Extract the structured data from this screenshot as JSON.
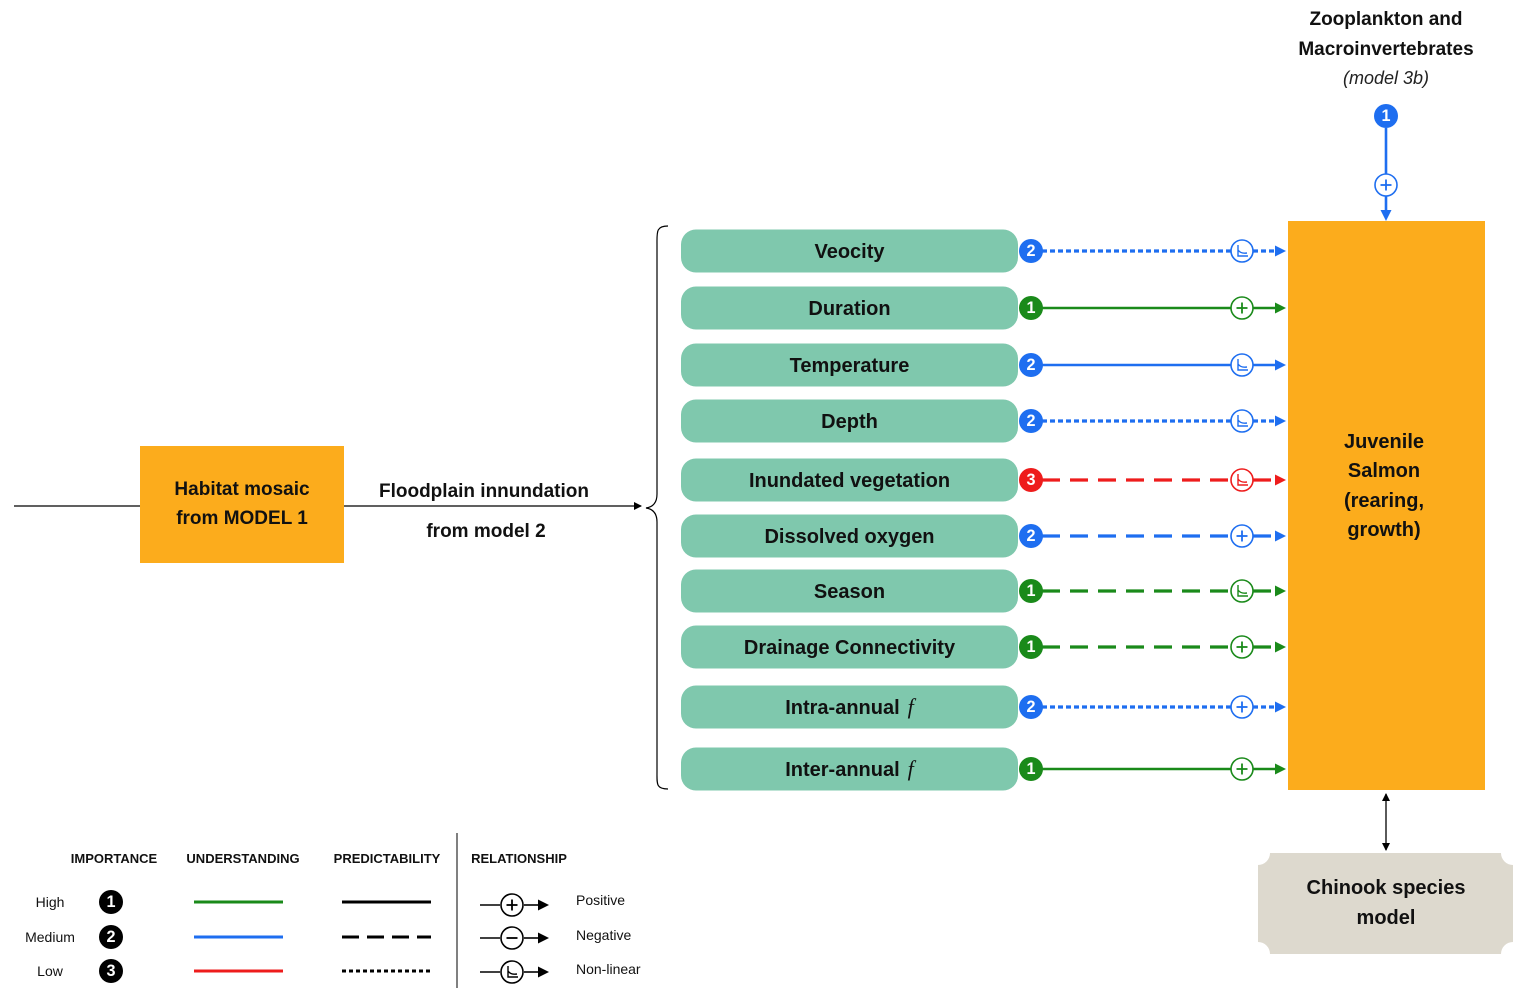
{
  "top_node": {
    "line1": "Zooplankton and",
    "line2": "Macroinvertebrates",
    "line3": "(model 3b)",
    "importance": "1",
    "understanding": "medium",
    "predictability": "high",
    "relationship": "positive"
  },
  "habitat_box": {
    "line1": "Habitat mosaic",
    "line2": "from MODEL 1"
  },
  "flood_label": {
    "line1": "Floodplain innundation",
    "line2": "from model 2"
  },
  "salmon_box": {
    "line1": "Juvenile",
    "line2": "Salmon",
    "line3": "(rearing,",
    "line4": "growth)"
  },
  "chinook_box": {
    "line1": "Chinook species",
    "line2": "model"
  },
  "factors": [
    {
      "label": "Veocity",
      "suffix": "",
      "importance": "2",
      "understanding": "medium",
      "predictability": "low",
      "relationship": "nonlinear"
    },
    {
      "label": "Duration",
      "suffix": "",
      "importance": "1",
      "understanding": "high",
      "predictability": "high",
      "relationship": "positive"
    },
    {
      "label": "Temperature",
      "suffix": "",
      "importance": "2",
      "understanding": "medium",
      "predictability": "high",
      "relationship": "nonlinear"
    },
    {
      "label": "Depth",
      "suffix": "",
      "importance": "2",
      "understanding": "medium",
      "predictability": "low",
      "relationship": "nonlinear"
    },
    {
      "label": "Inundated vegetation",
      "suffix": "",
      "importance": "3",
      "understanding": "low",
      "predictability": "medium",
      "relationship": "nonlinear"
    },
    {
      "label": "Dissolved oxygen",
      "suffix": "",
      "importance": "2",
      "understanding": "medium",
      "predictability": "medium",
      "relationship": "positive"
    },
    {
      "label": "Season",
      "suffix": "",
      "importance": "1",
      "understanding": "high",
      "predictability": "medium",
      "relationship": "nonlinear"
    },
    {
      "label": "Drainage Connectivity",
      "suffix": "",
      "importance": "1",
      "understanding": "high",
      "predictability": "medium",
      "relationship": "positive"
    },
    {
      "label": "Intra-annual",
      "suffix": "f",
      "importance": "2",
      "understanding": "medium",
      "predictability": "low",
      "relationship": "positive"
    },
    {
      "label": "Inter-annual",
      "suffix": "f",
      "importance": "1",
      "understanding": "high",
      "predictability": "high",
      "relationship": "positive"
    }
  ],
  "legend": {
    "headers": {
      "importance": "IMPORTANCE",
      "understanding": "UNDERSTANDING",
      "predictability": "PREDICTABILITY",
      "relationship": "RELATIONSHIP"
    },
    "levels": [
      {
        "label": "High",
        "number": "1",
        "understanding": "high",
        "predictability": "high"
      },
      {
        "label": "Medium",
        "number": "2",
        "understanding": "medium",
        "predictability": "medium"
      },
      {
        "label": "Low",
        "number": "3",
        "understanding": "low",
        "predictability": "low"
      }
    ],
    "relationships": [
      {
        "type": "positive",
        "label": "Positive"
      },
      {
        "type": "negative",
        "label": "Negative"
      },
      {
        "type": "nonlinear",
        "label": "Non-linear"
      }
    ]
  },
  "colors": {
    "high": "#1a8a1a",
    "medium": "#1e6ef0",
    "low": "#ee1c1c",
    "factor_fill": "#7fc8ad",
    "salmon_fill": "#fcac1c",
    "habitat_fill": "#fcac1c",
    "chinook_fill": "#ddd9ce",
    "legend_ink": "#000000"
  }
}
